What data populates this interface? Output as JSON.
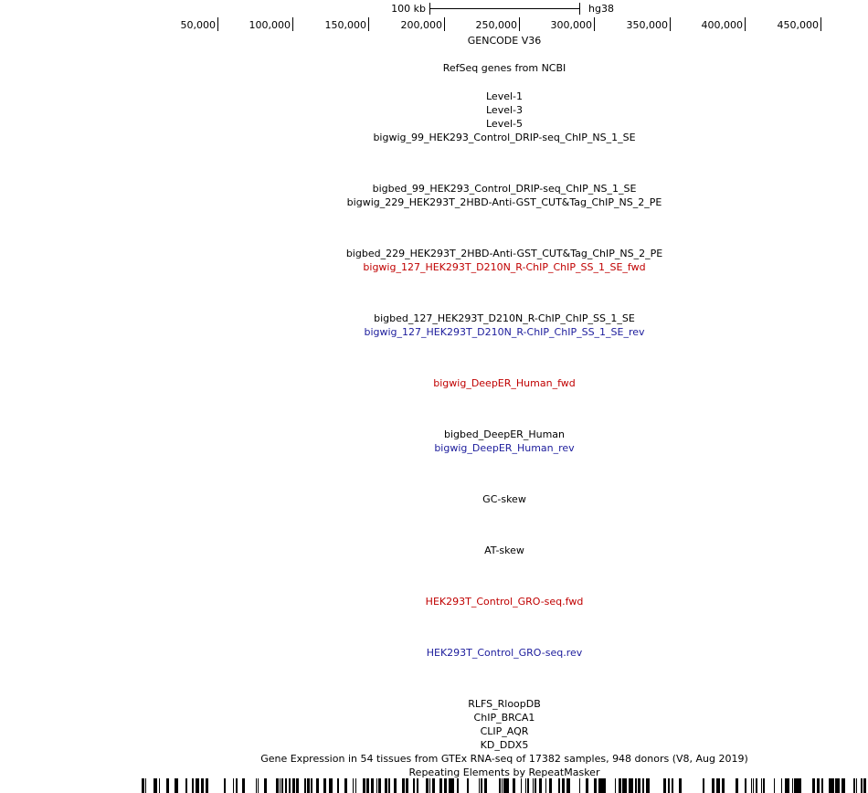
{
  "scale_bar": {
    "label": "100 kb",
    "assembly": "hg38"
  },
  "ruler": {
    "ticks": [
      "50,000",
      "100,000",
      "150,000",
      "200,000",
      "250,000",
      "300,000",
      "350,000",
      "400,000",
      "450,000"
    ]
  },
  "tracks": [
    {
      "label": "GENCODE V36",
      "color": "#000000"
    },
    {
      "label": "RefSeq genes from NCBI",
      "color": "#000000"
    },
    {
      "label": "Level-1",
      "color": "#000000"
    },
    {
      "label": "Level-3",
      "color": "#000000"
    },
    {
      "label": "Level-5",
      "color": "#000000"
    },
    {
      "label": "bigwig_99_HEK293_Control_DRIP-seq_ChIP_NS_1_SE",
      "color": "#000000"
    },
    {
      "label": "bigbed_99_HEK293_Control_DRIP-seq_ChIP_NS_1_SE",
      "color": "#000000"
    },
    {
      "label": "bigwig_229_HEK293T_2HBD-Anti-GST_CUT&Tag_ChIP_NS_2_PE",
      "color": "#000000"
    },
    {
      "label": "bigbed_229_HEK293T_2HBD-Anti-GST_CUT&Tag_ChIP_NS_2_PE",
      "color": "#000000"
    },
    {
      "label": "bigwig_127_HEK293T_D210N_R-ChIP_ChIP_SS_1_SE_fwd",
      "color": "#c00000"
    },
    {
      "label": "bigbed_127_HEK293T_D210N_R-ChIP_ChIP_SS_1_SE",
      "color": "#000000"
    },
    {
      "label": "bigwig_127_HEK293T_D210N_R-ChIP_ChIP_SS_1_SE_rev",
      "color": "#1c1c9c"
    },
    {
      "label": "bigwig_DeepER_Human_fwd",
      "color": "#c00000"
    },
    {
      "label": "bigbed_DeepER_Human",
      "color": "#000000"
    },
    {
      "label": "bigwig_DeepER_Human_rev",
      "color": "#1c1c9c"
    },
    {
      "label": "GC-skew",
      "color": "#000000"
    },
    {
      "label": "AT-skew",
      "color": "#000000"
    },
    {
      "label": "HEK293T_Control_GRO-seq.fwd",
      "color": "#c00000"
    },
    {
      "label": "HEK293T_Control_GRO-seq.rev",
      "color": "#1c1c9c"
    },
    {
      "label": "RLFS_RloopDB",
      "color": "#000000"
    },
    {
      "label": "ChIP_BRCA1",
      "color": "#000000"
    },
    {
      "label": "CLIP_AQR",
      "color": "#000000"
    },
    {
      "label": "KD_DDX5",
      "color": "#000000"
    },
    {
      "label": "Gene Expression in 54 tissues from GTEx RNA-seq of 17382 samples, 948 donors (V8, Aug 2019)",
      "color": "#000000"
    },
    {
      "label": "Repeating Elements by RepeatMasker",
      "color": "#000000"
    }
  ]
}
